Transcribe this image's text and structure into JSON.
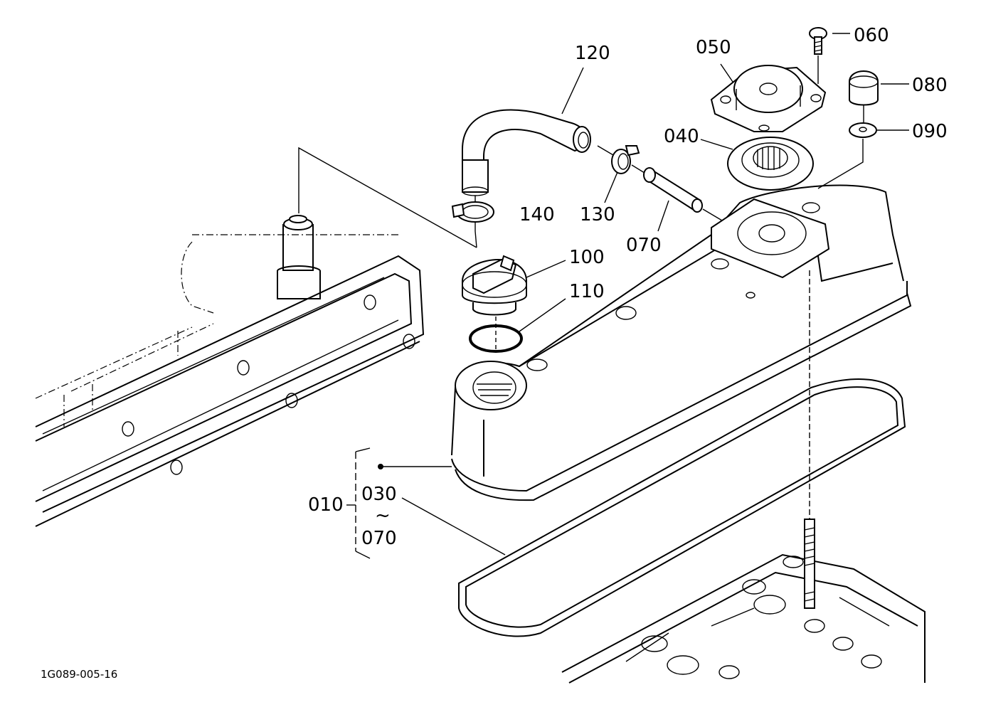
{
  "diagram_code": "1G089-005-16",
  "callouts": {
    "p010": "010",
    "p030": "030",
    "range_tilde": "~",
    "p070_range": "070",
    "p040": "040",
    "p050": "050",
    "p060": "060",
    "p070": "070",
    "p080": "080",
    "p090": "090",
    "p100": "100",
    "p110": "110",
    "p120": "120",
    "p130": "130",
    "p140": "140"
  },
  "parts": [
    {
      "id": "valve-cover",
      "ref": "010"
    },
    {
      "id": "cover-gasket",
      "ref": "030"
    },
    {
      "id": "breather-seal",
      "ref": "040"
    },
    {
      "id": "breather-plate",
      "ref": "050"
    },
    {
      "id": "plate-screw",
      "ref": "060"
    },
    {
      "id": "breather-pipe",
      "ref": "070"
    },
    {
      "id": "cap-nut",
      "ref": "080"
    },
    {
      "id": "washer",
      "ref": "090"
    },
    {
      "id": "oil-filler-cap",
      "ref": "100"
    },
    {
      "id": "o-ring",
      "ref": "110"
    },
    {
      "id": "breather-hose",
      "ref": "120"
    },
    {
      "id": "hose-clamp-upper",
      "ref": "130"
    },
    {
      "id": "hose-clamp-lower",
      "ref": "140"
    }
  ]
}
